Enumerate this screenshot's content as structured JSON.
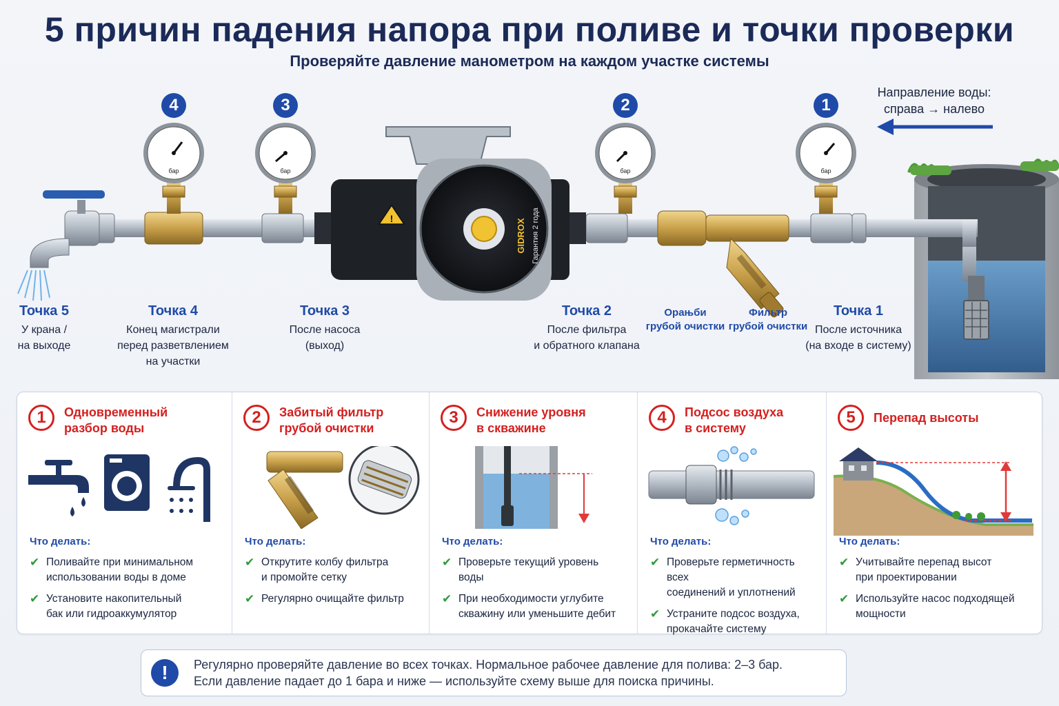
{
  "header": {
    "title": "5 причин падения напора при поливе и точки проверки",
    "subtitle": "Проверяйте давление манометром на каждом участке системы"
  },
  "flow": {
    "line1": "Направление воды:",
    "line2": "справа → налево"
  },
  "gauge_unit": "бар",
  "badges": [
    "4",
    "3",
    "2",
    "1"
  ],
  "pump": {
    "brand": "GIDROX",
    "warranty": "Гарантия 2 года"
  },
  "points": [
    {
      "title": "Точка 5",
      "lines": [
        "У крана /",
        "на выходе"
      ]
    },
    {
      "title": "Точка 4",
      "lines": [
        "Конец магистрали",
        "перед разветвлением",
        "на участки"
      ]
    },
    {
      "title": "Точка 3",
      "lines": [
        "После насоса",
        "(выход)"
      ]
    },
    {
      "title": "Точка 2",
      "lines": [
        "После фильтра",
        "и обратного клапана"
      ]
    },
    {
      "title": "Точка 1",
      "lines": [
        "После источника",
        "(на входе в систему)"
      ]
    }
  ],
  "filter_labels": [
    {
      "line1": "Орањби",
      "line2": "грубой очистки"
    },
    {
      "line1": "Фильтр",
      "line2": "грубой очистки"
    }
  ],
  "todo_heading": "Что делать:",
  "causes": [
    {
      "num": "1",
      "title1": "Одновременный",
      "title2": "разбор воды",
      "todo": [
        [
          "Поливайте при минимальном",
          "использовании воды в доме"
        ],
        [
          "Установите накопительный",
          "бак или гидроаккумулятор"
        ]
      ]
    },
    {
      "num": "2",
      "title1": "Забитый фильтр",
      "title2": "грубой очистки",
      "todo": [
        [
          "Открутите колбу фильтра",
          "и промойте сетку"
        ],
        [
          "Регулярно очищайте фильтр",
          ""
        ]
      ]
    },
    {
      "num": "3",
      "title1": "Снижение уровня",
      "title2": "в скважине",
      "todo": [
        [
          "Проверьте текущий уровень",
          "воды"
        ],
        [
          "При необходимости углубите",
          "скважину или уменьшите дебит"
        ]
      ]
    },
    {
      "num": "4",
      "title1": "Подсос воздуха",
      "title2": "в систему",
      "todo": [
        [
          "Проверьте герметичность всех",
          "соединений и уплотнений"
        ],
        [
          "Устраните подсос воздуха,",
          "прокачайте систему"
        ]
      ]
    },
    {
      "num": "5",
      "title1": "Перепад высоты",
      "title2": "",
      "todo": [
        [
          "Учитывайте перепад высот",
          "при проектировании"
        ],
        [
          "Используйте насос подходящей",
          "мощности"
        ]
      ]
    }
  ],
  "note": {
    "icon": "!",
    "line1": "Регулярно проверяйте давление во всех точках. Нормальное рабочее давление для полива: 2–3 бар.",
    "line2": "Если давление падает до 1 бара и ниже — используйте схему выше для поиска причины."
  },
  "colors": {
    "title": "#1b2a57",
    "accent_blue": "#1f4aa8",
    "accent_red": "#d42020",
    "check_green": "#2e9a3a",
    "pipe": "#b9c0c9",
    "brass": "#c9a04a"
  }
}
